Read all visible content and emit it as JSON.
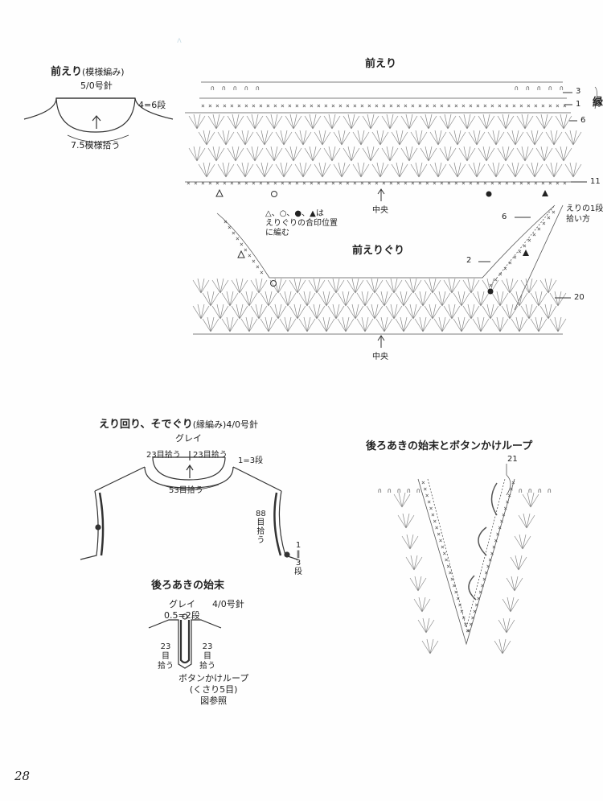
{
  "palette": {
    "line": "#333333",
    "stitch": "#8a8a8a",
    "ghost": "#d6e6ee"
  },
  "front_collar_small": {
    "title": "前えり",
    "title_note": "(模様編み)",
    "needle": "5/0号針",
    "rows": "4=6段",
    "pick": "7.5模様拾う"
  },
  "front_collar_chart": {
    "title": "前えり",
    "edge_label": "縁",
    "row_nums": [
      "3",
      "1",
      "6",
      "11",
      "20"
    ],
    "pick_note": "えりの1段\n拾い方",
    "pick_count": "6",
    "row2": "2",
    "center1": "中央",
    "center2": "中央",
    "align_note": "△、○、●、▲は\nえりぐりの合印位置\nに編む",
    "neckline": "前えりぐり"
  },
  "neck_sleeve": {
    "title": "えり回り、そでぐり",
    "title_note": "(縁編み)",
    "needle": "4/0号針",
    "color": "グレイ",
    "pick_left": "23目拾う",
    "pick_right": "23目拾う",
    "rows": "1=3段",
    "pick_bottom": "53目拾う",
    "armhole": "88\n目\n拾\nう",
    "rows2": "1\n‖\n3\n段"
  },
  "back_opening": {
    "title": "後ろあきの始末",
    "color": "グレイ",
    "needle": "4/0号針",
    "rows": "0.5=2段",
    "pick_left": "23\n目\n拾う",
    "pick_right": "23\n目\n拾う",
    "loop_note": "ボタンかけループ\n(くさり5目)\n図参照"
  },
  "back_loop_chart": {
    "title": "後ろあきの始末とボタンかけループ",
    "row_num": "21"
  },
  "page_number": "28"
}
